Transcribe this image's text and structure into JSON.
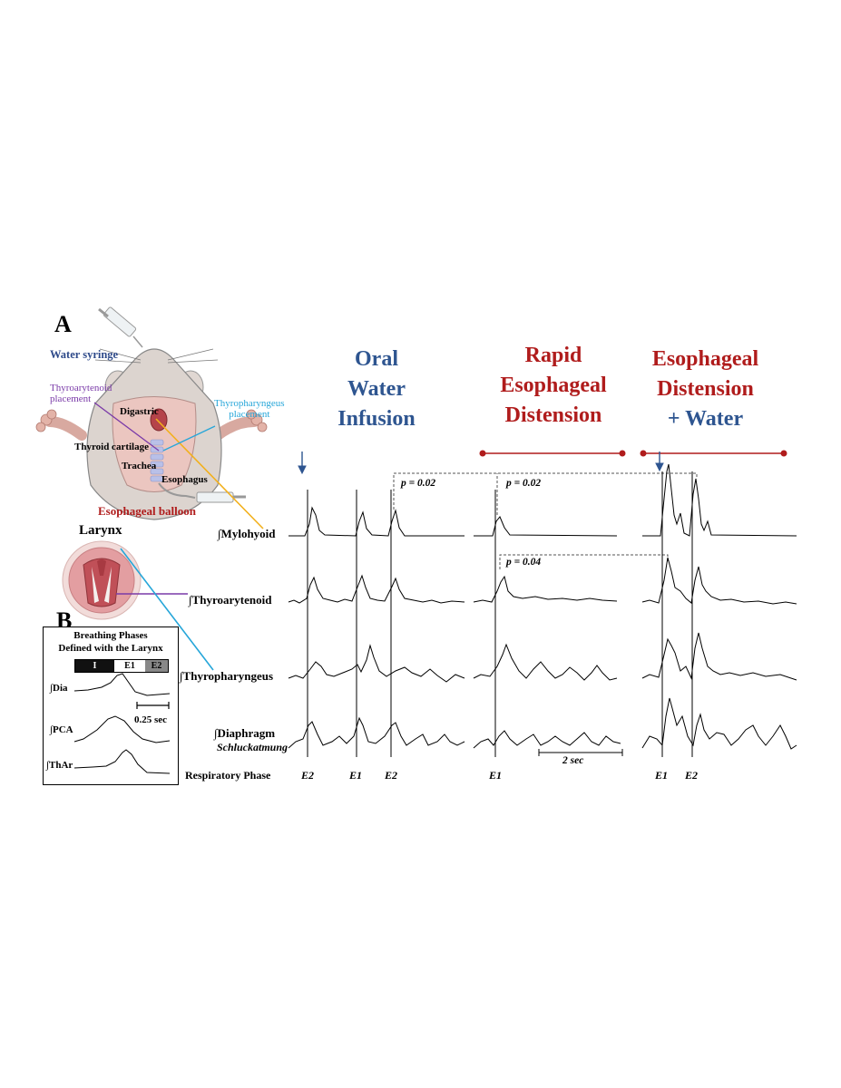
{
  "panel_a": {
    "letter": "A",
    "water_syringe": "Water syringe",
    "thyroarytenoid_placement": "Thyroarytenoid\nplacement",
    "thyropharyngeus_placement": "Thyropharyngeus\nplacement",
    "digastric": "Digastric",
    "thyroid_cartilage": "Thyroid cartilage",
    "trachea": "Trachea",
    "esophagus": "Esophagus",
    "esophageal_balloon": "Esophageal balloon",
    "larynx": "Larynx"
  },
  "panel_b": {
    "letter": "B",
    "title_line1": "Breathing Phases",
    "title_line2": "Defined with the Larynx",
    "phases": [
      "I",
      "E1",
      "E2"
    ],
    "traces": [
      "∫Dia",
      "∫PCA",
      "∫ThAr"
    ],
    "scale": "0.25 sec"
  },
  "conditions": [
    {
      "lines": [
        "Oral",
        "Water",
        "Infusion"
      ],
      "colors": [
        "#2e5590",
        "#2e5590",
        "#2e5590"
      ]
    },
    {
      "lines": [
        "Rapid",
        "Esophageal",
        "Distension"
      ],
      "colors": [
        "#b01c1c",
        "#b01c1c",
        "#b01c1c"
      ]
    },
    {
      "lines": [
        "Esophageal",
        "Distension",
        "+ Water"
      ],
      "colors": [
        "#b01c1c",
        "#b01c1c",
        "#2e5590"
      ]
    }
  ],
  "trace_labels": {
    "mylohyoid": "∫Mylohyoid",
    "thyroarytenoid": "∫Thyroarytenoid",
    "thyropharyngeus": "∫Thyropharyngeus",
    "diaphragm": "∫Diaphragm",
    "schluckatmung": "Schluckatmung",
    "respiratory_phase": "Respiratory Phase"
  },
  "phase_labels": {
    "oral": [
      "E2",
      "E1",
      "E2"
    ],
    "rapid": [
      "E1"
    ],
    "combined": [
      "E1",
      "E2"
    ]
  },
  "stats": {
    "p1": "p = 0.02",
    "p2": "p = 0.02",
    "p3": "p = 0.04"
  },
  "time_scale": "2 sec",
  "colors": {
    "blue": "#2e5590",
    "red": "#b01c1c",
    "purple": "#7a3aa8",
    "cyan": "#26a6d9",
    "yellow": "#f2b01c"
  }
}
